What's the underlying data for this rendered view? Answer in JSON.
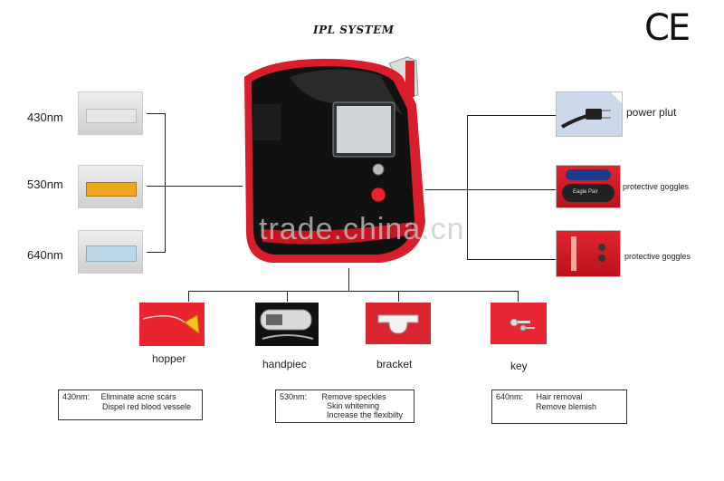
{
  "title": "IPL SYSTEM",
  "cert": "CE",
  "filters": [
    {
      "label": "430nm",
      "color": "#e6e6e6"
    },
    {
      "label": "530nm",
      "color": "#f0a81e"
    },
    {
      "label": "640nm",
      "color": "#bcd8e8"
    }
  ],
  "accessories_right": {
    "power": "power plut",
    "goggles_1": "protective goggles",
    "goggles_2": "protective goggles",
    "goggles_case_text": "Eagle Pair"
  },
  "accessories_bottom": {
    "hopper": "hopper",
    "handpiece": "handpiec",
    "bracket": "bracket",
    "key": "key"
  },
  "info_boxes": [
    {
      "head": "430nm:",
      "lines": [
        "Eliminate acne scars",
        "Dispel red blood vessele"
      ]
    },
    {
      "head": "530nm:",
      "lines": [
        "Remove speckles",
        "Skin whitening",
        "Increase the flexibilty"
      ]
    },
    {
      "head": "640nm:",
      "lines": [
        "Hair removal",
        "Remove blemish"
      ]
    }
  ],
  "watermark": "trade.china.cn",
  "colors": {
    "brand_red": "#d81e2a",
    "machine_black": "#111111"
  }
}
